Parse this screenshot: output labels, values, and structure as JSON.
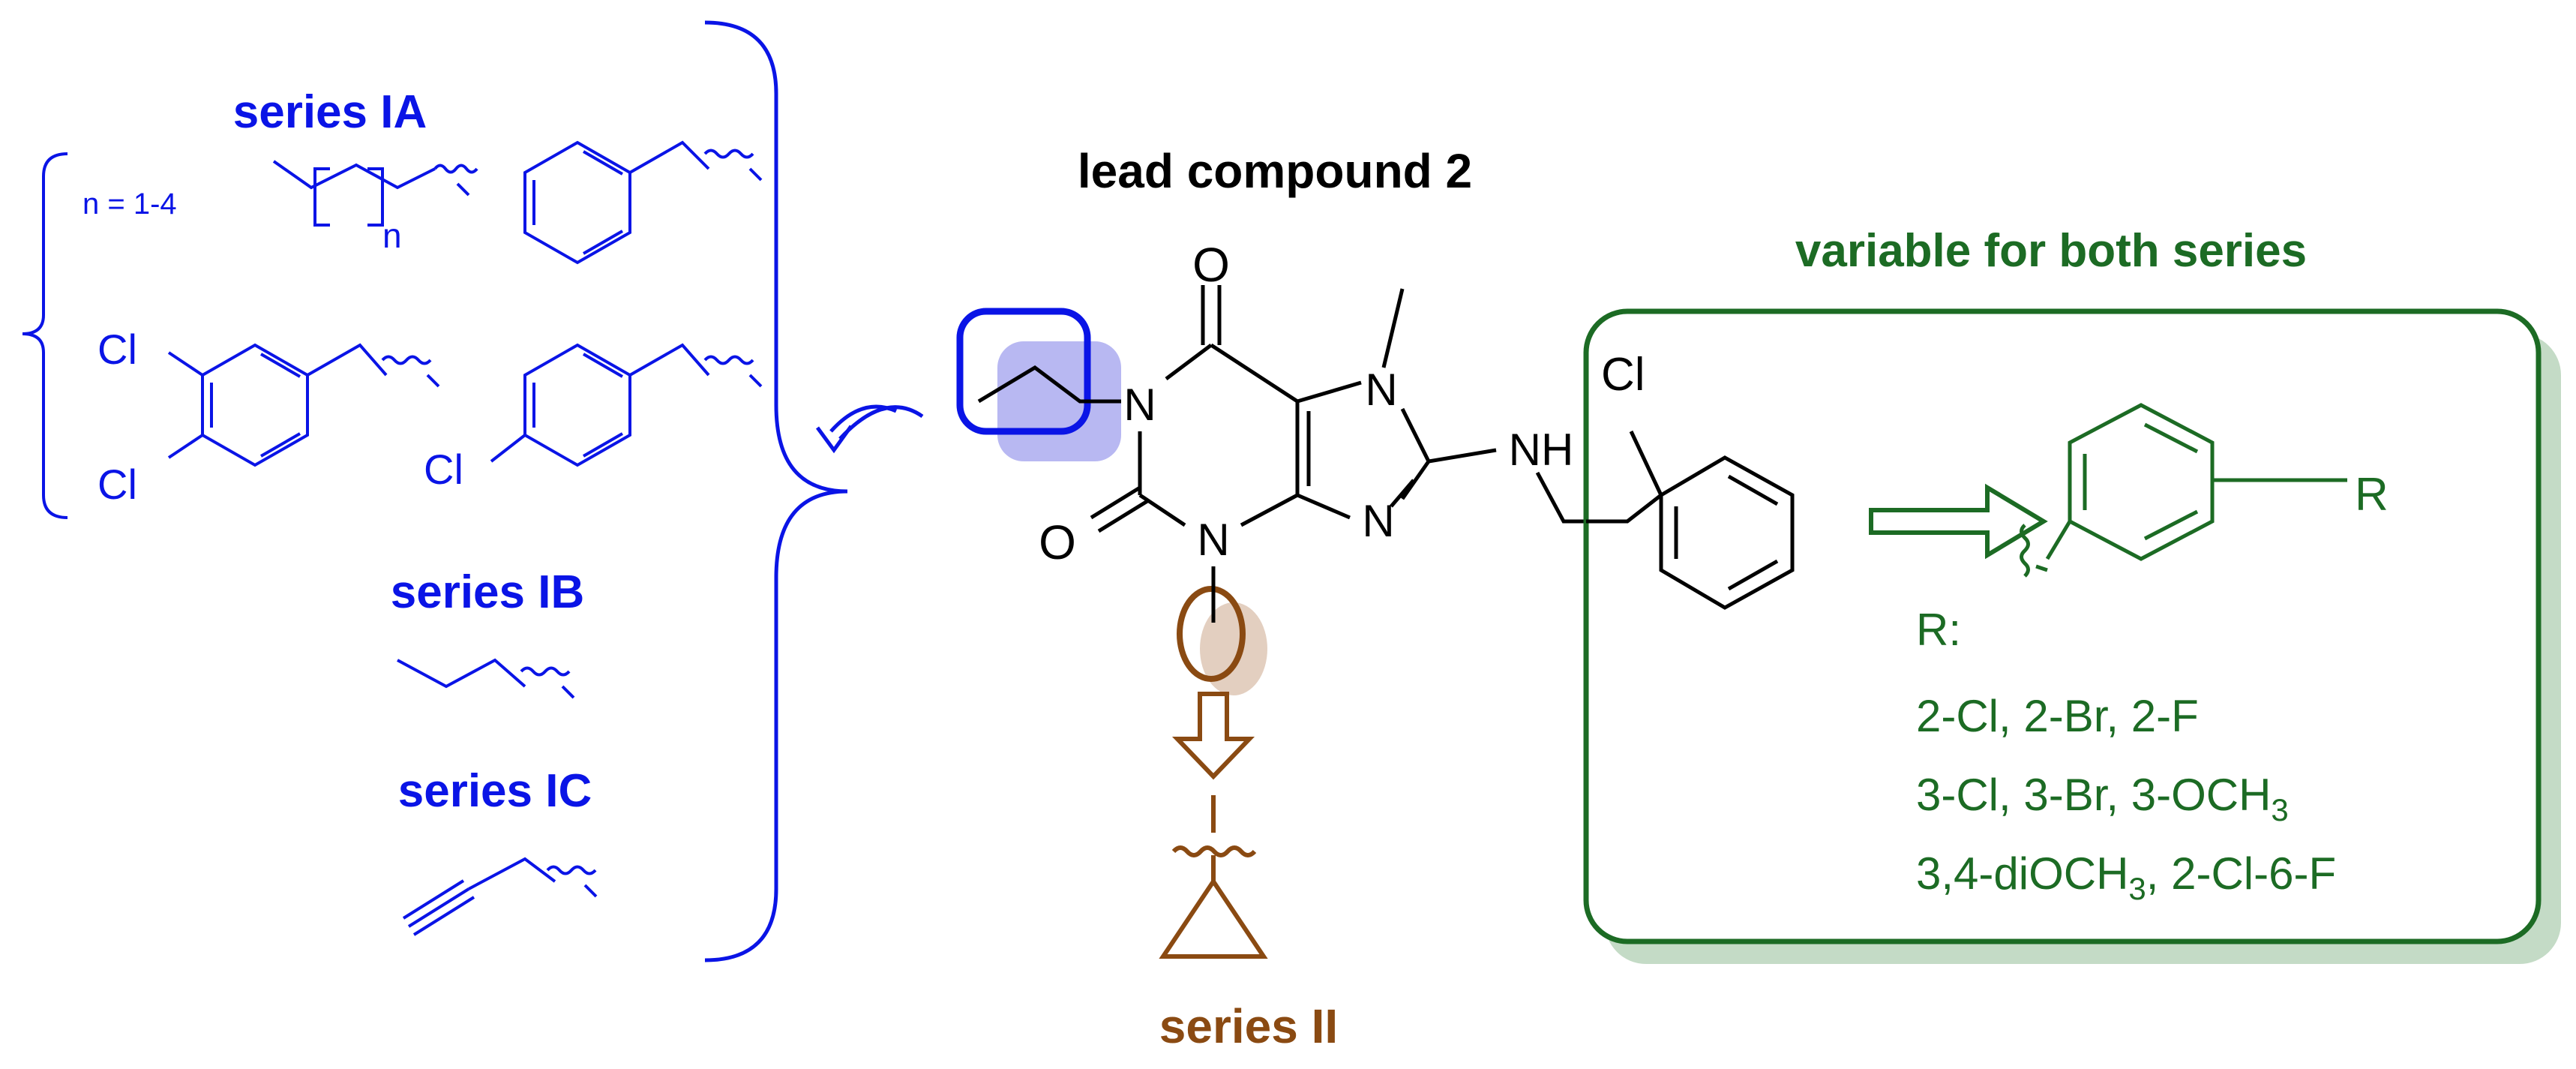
{
  "colors": {
    "blue": "#0a14e6",
    "brown": "#8a4a12",
    "green": "#1c6b24",
    "green_shadow": "#c4dbc6",
    "blue_highlight": "#b8b8f2",
    "brown_highlight": "#e3cfc0",
    "black": "#000000"
  },
  "left_panel": {
    "series_ia_title": "series IA",
    "n_label": "n = 1-4",
    "n_subscript": "n",
    "cl_top": "Cl",
    "cl_bottom": "Cl",
    "cl_para": "Cl",
    "series_ib_title": "series IB",
    "series_ic_title": "series IC"
  },
  "center": {
    "title": "lead compound 2",
    "atom_o_top": "O",
    "atom_o_left": "O",
    "atom_n1": "N",
    "atom_n3": "N",
    "atom_n7": "N",
    "atom_n9": "N",
    "atom_nh": "NH",
    "series_ii_title": "series II"
  },
  "right_panel": {
    "title": "variable for both series",
    "cl_label": "Cl",
    "r_atom": "R",
    "r_header": "R:",
    "line1": "2-Cl, 2-Br, 2-F",
    "line2_main": "3-Cl, 3-Br, 3-OCH",
    "line2_sub": "3",
    "line3_a": "3,4-diOCH",
    "line3_sub": "3",
    "line3_b": ", 2-Cl-6-F"
  }
}
